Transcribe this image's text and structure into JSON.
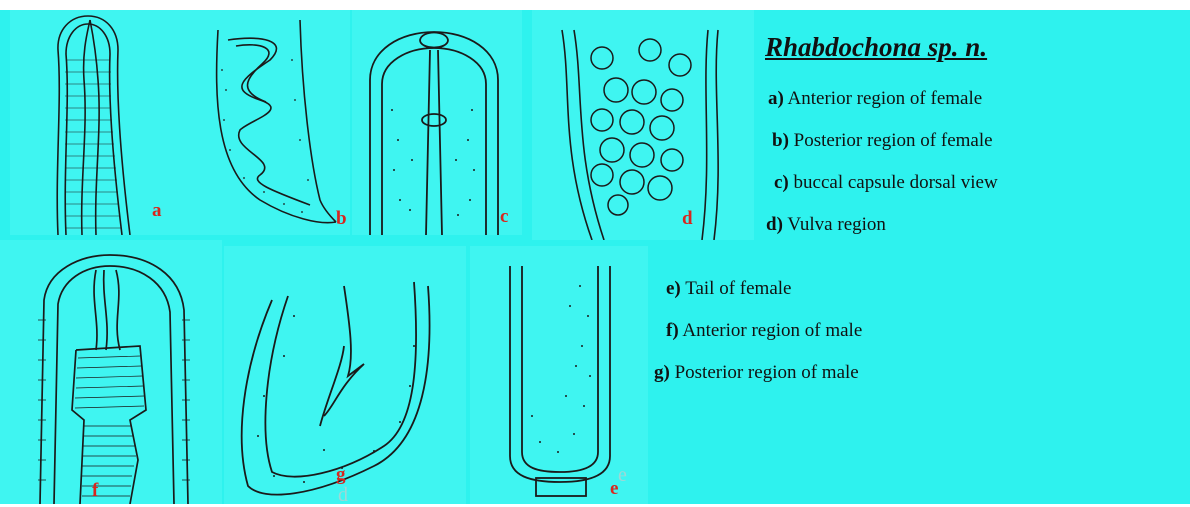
{
  "title": "Rhabdochona sp. n.",
  "legend": [
    {
      "letter": "a)",
      "text": "Anterior region of female"
    },
    {
      "letter": "b)",
      "text": "Posterior region of female"
    },
    {
      "letter": "c)",
      "text": "buccal capsule dorsal view"
    },
    {
      "letter": "d)",
      "text": "Vulva region"
    },
    {
      "letter": "e)",
      "text": "Tail of female"
    },
    {
      "letter": "f)",
      "text": "Anterior region of male"
    },
    {
      "letter": "g)",
      "text": "Posterior region of male"
    }
  ],
  "panels": {
    "a": "a",
    "b": "b",
    "c": "c",
    "d": "d",
    "e": "e",
    "f": "f",
    "g": "g"
  },
  "faint_marks": {
    "g_panel": "d",
    "e_panel": "e"
  },
  "colors": {
    "background": "#2ef2ee",
    "panel": "#3ff5f1",
    "ink": "#1a1a1a",
    "panel_label": "#d8261f"
  }
}
